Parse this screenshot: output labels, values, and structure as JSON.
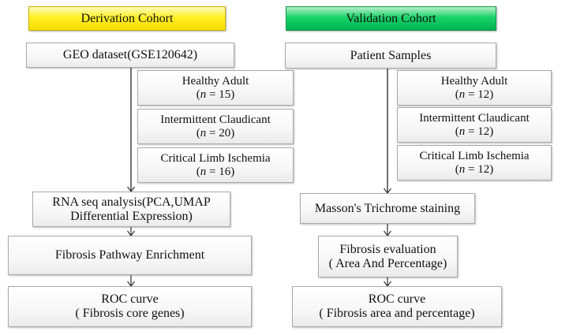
{
  "derivation": {
    "header": "Derivation Cohort",
    "source": "GEO dataset(GSE120642)",
    "groups": [
      {
        "name": "Healthy Adult",
        "n_label": "n",
        "n_value": "= 15)"
      },
      {
        "name": "Intermittent Claudicant",
        "n_label": "n",
        "n_value": "= 20)"
      },
      {
        "name": "Critical Limb Ischemia",
        "n_label": "n",
        "n_value": "= 16)"
      }
    ],
    "analysis": [
      "RNA seq analysis(PCA,UMAP",
      "Differential Expression)"
    ],
    "enrichment": "Fibrosis  Pathway Enrichment",
    "roc": [
      "ROC curve",
      "( Fibrosis core genes)"
    ]
  },
  "validation": {
    "header": "Validation Cohort",
    "source": "Patient Samples",
    "groups": [
      {
        "name": "Healthy Adult",
        "n_label": "n",
        "n_value": "= 12)"
      },
      {
        "name": "Intermittent Claudicant",
        "n_label": "n",
        "n_value": "= 12)"
      },
      {
        "name": "Critical Limb Ischemia",
        "n_label": "n",
        "n_value": "= 12)"
      }
    ],
    "staining": "Masson's Trichrome staining",
    "evaluation": [
      "Fibrosis evaluation",
      "( Area And Percentage)"
    ],
    "roc": [
      "ROC curve",
      "( Fibrosis area and percentage)"
    ]
  },
  "colors": {
    "derivation_header": "#fff027",
    "validation_header": "#19d369",
    "box_border": "#a9a9a9",
    "arrow": "#333333"
  }
}
